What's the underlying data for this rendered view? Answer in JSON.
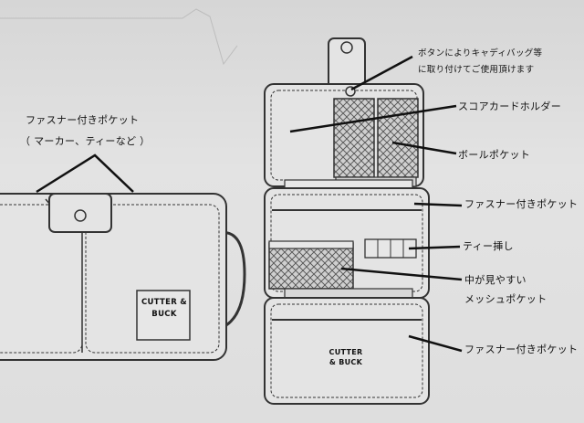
{
  "callouts": {
    "top_left_line1": "ファスナー付きポケット",
    "top_left_line2": "（ マーカー、ティーなど ）",
    "button_line1": "ボタンによりキャディバッグ等",
    "button_line2": "に取り付けてご使用頂けます",
    "scorecard": "スコアカードホルダー",
    "ball_pocket": "ボールポケット",
    "zip_pocket_mid": "ファスナー付きポケット",
    "tee_holder": "ティー挿し",
    "mesh_line1": "中が見やすい",
    "mesh_line2": "メッシュポケット",
    "zip_pocket_bottom": "ファスナー付きポケット"
  },
  "logo": {
    "left": "CUTTER & BUCK",
    "bottom": "CUTTER & BUCK"
  },
  "colors": {
    "outline": "#3a3a3a",
    "background": "#e0e0e0"
  }
}
